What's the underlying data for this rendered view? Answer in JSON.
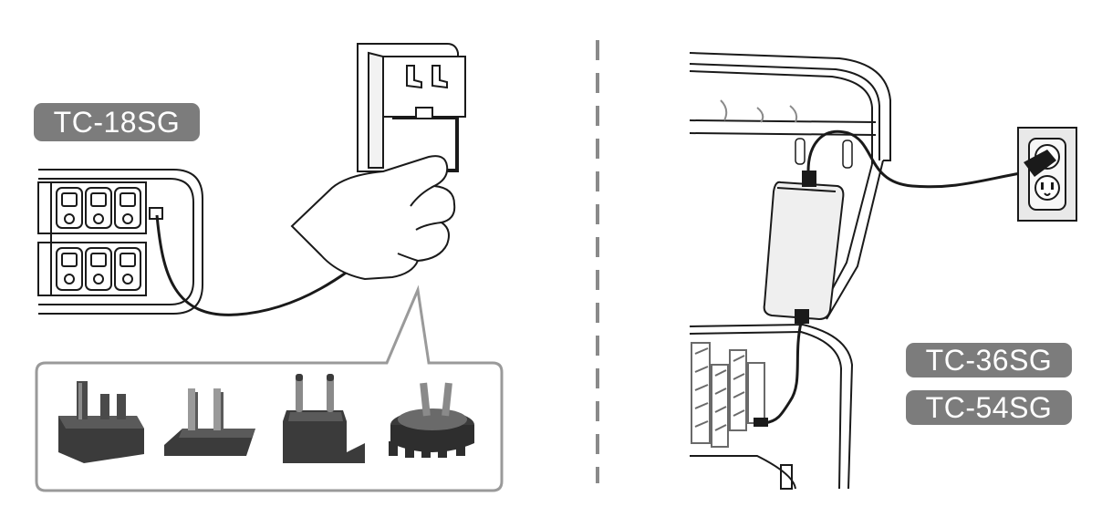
{
  "left_panel": {
    "model_label": "TC-18SG",
    "plug_adapters": [
      {
        "icon": "uk-plug-adapter-icon"
      },
      {
        "icon": "us-plug-adapter-icon"
      },
      {
        "icon": "eu-plug-adapter-icon"
      },
      {
        "icon": "au-plug-adapter-icon"
      }
    ]
  },
  "right_panel": {
    "model_labels": [
      "TC-36SG",
      "TC-54SG"
    ]
  },
  "colors": {
    "badge": "#7c7c7c",
    "badge_text": "#ffffff",
    "line_art": "#1a1a1a",
    "callout_border": "#9a9a9a",
    "divider": "#8a8a8a"
  }
}
